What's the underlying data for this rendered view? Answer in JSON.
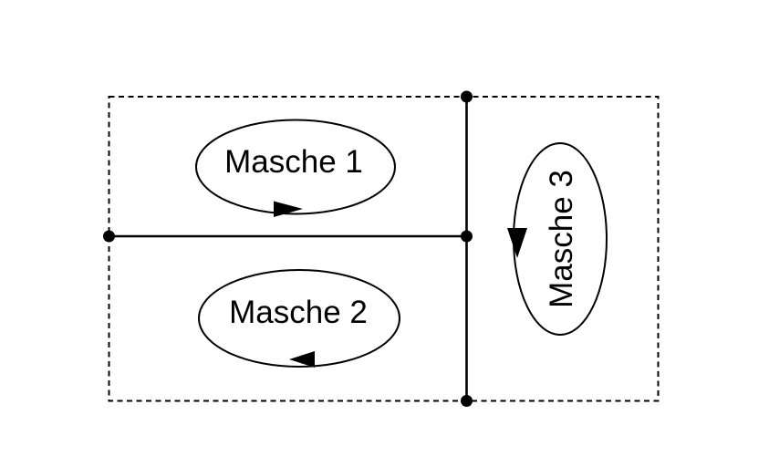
{
  "colors": {
    "line": "#000000",
    "background": "#ffffff"
  },
  "meshes": [
    {
      "label": "Masche 1",
      "arrow_position": "bottom",
      "arrow_direction": "right"
    },
    {
      "label": "Masche 2",
      "arrow_position": "bottom",
      "arrow_direction": "left"
    },
    {
      "label": "Masche 3",
      "arrow_position": "left-side",
      "arrow_direction": "down",
      "label_rotation": "90deg-counterclockwise"
    }
  ],
  "nodes": {
    "count": 4,
    "positions": [
      "left-middle",
      "top-center",
      "middle-junction",
      "bottom-center"
    ]
  }
}
